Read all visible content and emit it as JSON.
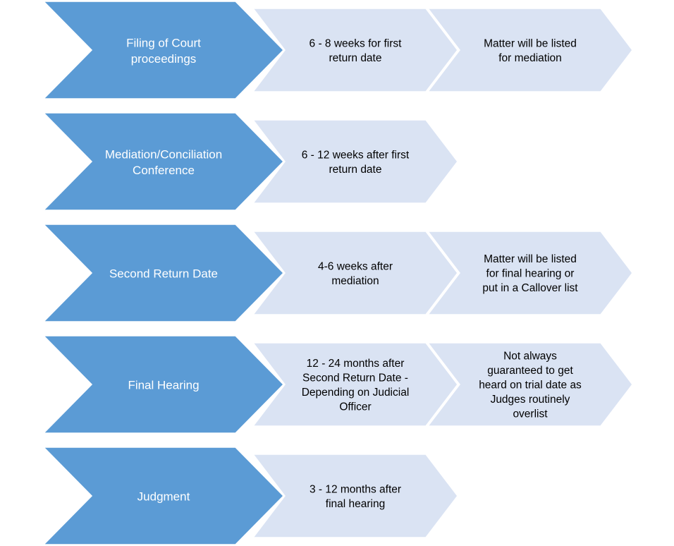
{
  "colors": {
    "main_fill": "#5b9bd5",
    "main_stroke": "#ffffff",
    "sub_fill": "#dae3f3",
    "sub_stroke": "#ffffff",
    "main_text": "#ffffff",
    "sub_text": "#000000"
  },
  "rows": [
    {
      "main": [
        "Filing of Court",
        "proceedings"
      ],
      "details": [
        [
          "6 - 8 weeks for first",
          "return date"
        ],
        [
          "Matter will be listed",
          "for mediation"
        ]
      ]
    },
    {
      "main": [
        "Mediation/Conciliation",
        "Conference"
      ],
      "details": [
        [
          "6 - 12 weeks after first",
          "return date"
        ]
      ]
    },
    {
      "main": [
        "Second Return Date"
      ],
      "details": [
        [
          "4-6 weeks after",
          "mediation"
        ],
        [
          "Matter will be listed",
          "for final hearing or",
          "put in a Callover list"
        ]
      ]
    },
    {
      "main": [
        "Final Hearing"
      ],
      "details": [
        [
          "12 - 24 months after",
          "Second Return Date -",
          "Depending on Judicial",
          "Officer"
        ],
        [
          "Not always",
          "guaranteed to get",
          "heard on trial date as",
          "Judges routinely",
          "overlist"
        ]
      ]
    },
    {
      "main": [
        "Judgment"
      ],
      "details": [
        [
          "3 - 12 months after",
          "final hearing"
        ]
      ]
    }
  ]
}
